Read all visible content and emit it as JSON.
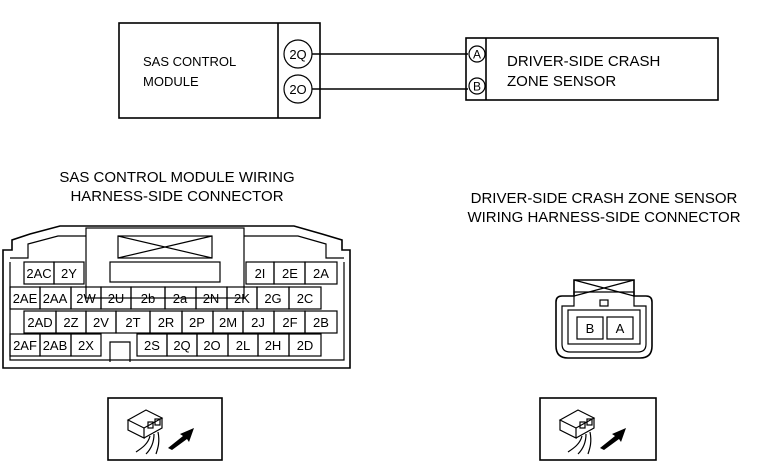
{
  "module_box": {
    "label_line1": "SAS CONTROL",
    "label_line2": "MODULE",
    "pins": [
      "2Q",
      "2O"
    ]
  },
  "sensor_box": {
    "label_line1": "DRIVER-SIDE CRASH",
    "label_line2": "ZONE SENSOR",
    "pins": [
      "A",
      "B"
    ]
  },
  "module_connector": {
    "title_line1": "SAS CONTROL MODULE WIRING",
    "title_line2": "HARNESS-SIDE CONNECTOR",
    "row1": [
      "2AC",
      "2Y",
      "2I",
      "2E",
      "2A"
    ],
    "row2": [
      "2AE",
      "2AA",
      "2W",
      "2U",
      "2b",
      "2a",
      "2N",
      "2K",
      "2G",
      "2C"
    ],
    "row3": [
      "2AD",
      "2Z",
      "2V",
      "2T",
      "2R",
      "2P",
      "2M",
      "2J",
      "2F",
      "2B"
    ],
    "row4": [
      "2AF",
      "2AB",
      "2X",
      "2S",
      "2Q",
      "2O",
      "2L",
      "2H",
      "2D"
    ]
  },
  "sensor_connector": {
    "title_line1": "DRIVER-SIDE CRASH ZONE SENSOR",
    "title_line2": "WIRING HARNESS-SIDE CONNECTOR",
    "pins": [
      "B",
      "A"
    ]
  },
  "icons": [
    "harness-connector-view-icon",
    "harness-connector-view-icon"
  ]
}
